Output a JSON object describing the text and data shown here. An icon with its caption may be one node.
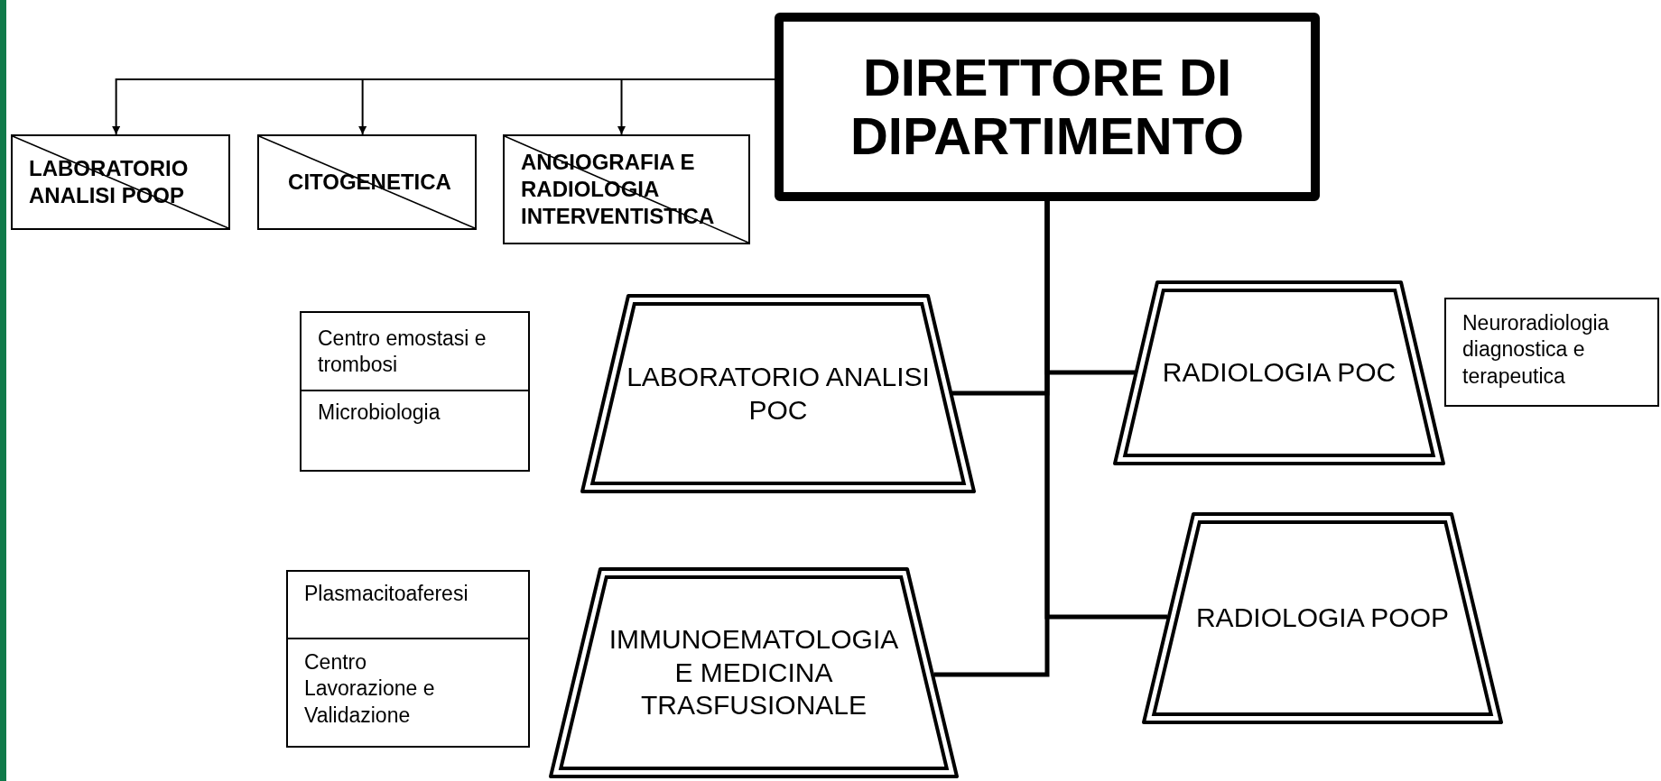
{
  "diagram": {
    "nodes": [
      {
        "text": [
          "DIRETTORE DI DIPARTIMENTO"
        ]
      },
      {
        "text": [
          "LABORATORIO ANALISI POOP"
        ]
      },
      {
        "text": [
          "CITOGENETICA"
        ]
      },
      {
        "text": [
          "ANGIOGRAFIA E RADIOLOGIA INTERVENTISTICA"
        ]
      },
      {
        "text": [
          "Centro emostasi e trombosi"
        ]
      },
      {
        "text": [
          "Microbiologia"
        ]
      },
      {
        "text": [
          "LABORATORIO ANALISI POC"
        ]
      },
      {
        "text": [
          "RADIOLOGIA POC"
        ]
      },
      {
        "text": [
          "Neuroradiologia diagnostica e terapeutica"
        ]
      },
      {
        "text": [
          "RADIOLOGIA POOP"
        ]
      },
      {
        "text": [
          "Plasmacitoaferesi"
        ]
      },
      {
        "text": [
          "Centro Lavorazione e Validazione"
        ]
      },
      {
        "text": [
          "IMMUNOEMATOLOGIA E MEDICINA TRASFUSIONALE"
        ]
      }
    ],
    "edges": [
      {
        "from": 0,
        "to": 1,
        "arrow": "to"
      },
      {
        "from": 0,
        "to": 2,
        "arrow": "to"
      },
      {
        "from": 0,
        "to": 3,
        "arrow": "to"
      },
      {
        "from": 0,
        "to": 6,
        "arrow": "none"
      },
      {
        "from": 0,
        "to": 7,
        "arrow": "none"
      },
      {
        "from": 0,
        "to": 9,
        "arrow": "none"
      },
      {
        "from": 0,
        "to": 12,
        "arrow": "none"
      }
    ]
  }
}
